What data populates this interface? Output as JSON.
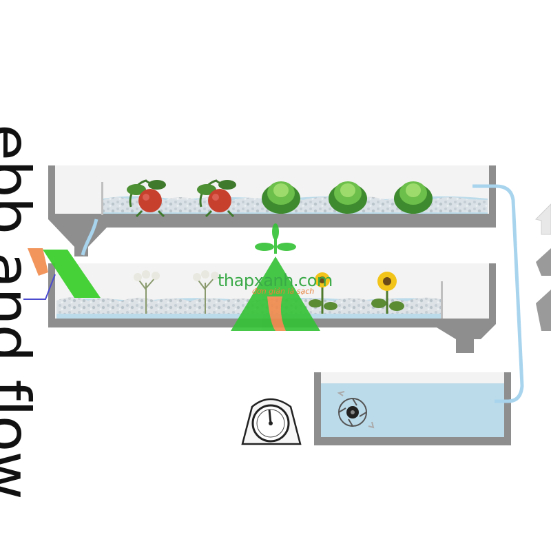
{
  "title": "ebb and flow",
  "watermark": {
    "brand": "thapxanh.com",
    "tagline": "đơn giản là sạch"
  },
  "diagram": {
    "upper_tray": {
      "plants": [
        "tomato",
        "tomato",
        "lettuce",
        "lettuce",
        "lettuce"
      ]
    },
    "lower_tray": {
      "plants": [
        "yarrow",
        "yarrow",
        "sunflower",
        "sunflower"
      ]
    },
    "reservoir": {
      "components": [
        "pump",
        "timer"
      ]
    }
  },
  "colors": {
    "water": "#bcdbea",
    "pipe": "#a8d4ee",
    "frame": "#888888",
    "frame_fill": "#efefef",
    "brand_green": "#3aa948",
    "brand_orange": "#e8823a"
  }
}
